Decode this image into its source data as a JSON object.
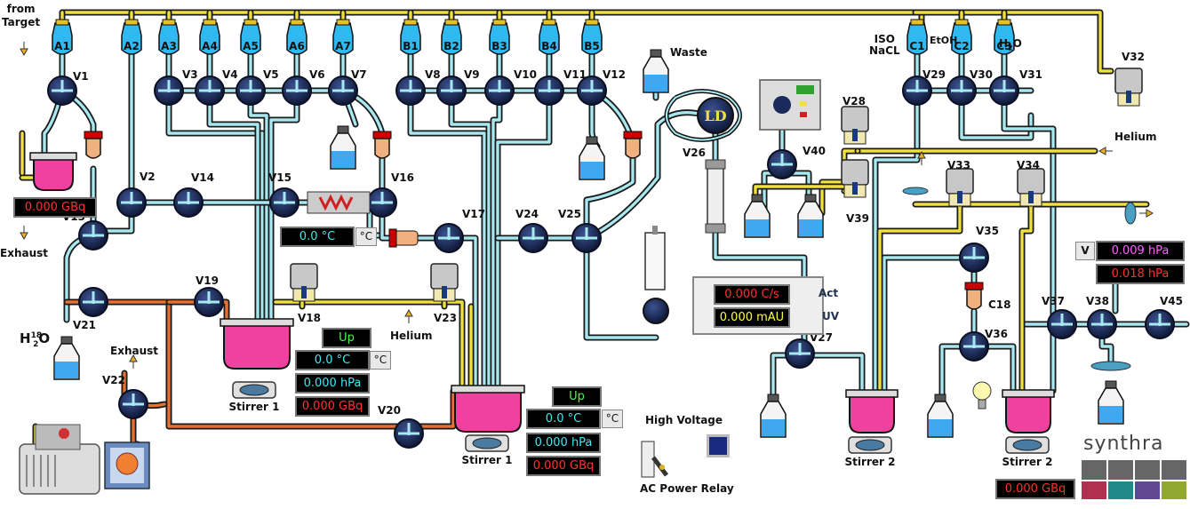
{
  "header": {
    "from_target": "from\nTarget",
    "exhaust_left": "Exhaust",
    "exhaust_mid": "Exhaust",
    "waste": "Waste",
    "helium_right": "Helium",
    "helium_mid": "Helium",
    "high_voltage": "High Voltage",
    "ac_power_relay": "AC Power Relay",
    "h2o18": "H",
    "h2o18_mass": "18",
    "h2o18_sub": "2",
    "h2o18_o": "O",
    "iso_nacl": "ISO\nNaCL",
    "etoh": "EtOH",
    "h2o_label": "H",
    "h2o_sub": "2",
    "h2o_o": "O",
    "c18": "C18",
    "ld": "LD",
    "logo": "synthra"
  },
  "vials": [
    "A1",
    "A2",
    "A3",
    "A4",
    "A5",
    "A6",
    "A7",
    "B1",
    "B2",
    "B3",
    "B4",
    "B5",
    "C1",
    "C2",
    "C3"
  ],
  "valves": [
    "V1",
    "V2",
    "V3",
    "V4",
    "V5",
    "V6",
    "V7",
    "V8",
    "V9",
    "V10",
    "V11",
    "V12",
    "V13",
    "V14",
    "V15",
    "V16",
    "V17",
    "V18",
    "V19",
    "V20",
    "V21",
    "V22",
    "V23",
    "V24",
    "V25",
    "V26",
    "V27",
    "V28",
    "V29",
    "V30",
    "V31",
    "V32",
    "V33",
    "V34",
    "V35",
    "V36",
    "V37",
    "V38",
    "V39",
    "V40",
    "V45"
  ],
  "stirrers": {
    "s1a": "Stirrer 1",
    "s1b": "Stirrer 1",
    "s2a": "Stirrer 2",
    "s2b": "Stirrer 2"
  },
  "displays": {
    "gbq_left": "0.000 GBq",
    "temp_left": "0.0 °C",
    "temp_left_unit": "°C",
    "r1_state": "Up",
    "r1_temp": "0.0 °C",
    "r1_temp_unit": "°C",
    "r1_press": "0.000 hPa",
    "r1_gbq": "0.000 GBq",
    "r2_state": "Up",
    "r2_temp": "0.0 °C",
    "r2_temp_unit": "°C",
    "r2_press": "0.000 hPa",
    "r2_gbq": "0.000 GBq",
    "det_cs": "0.000 C/s",
    "det_mau": "0.000 mAU",
    "det_act": "Act",
    "det_uv": "UV",
    "v_btn": "V",
    "p1": "0.009 hPa",
    "p2": "0.018 hPa",
    "gbq_right": "0.000 GBq"
  },
  "colors": {
    "tube_outline": "#1a1a1a",
    "tube_cyan": "#a8e8f0",
    "tube_yellow": "#f0e040",
    "tube_orange": "#e87030",
    "valve": "#1a2a5a",
    "vial_head": "#30b8f0",
    "reactor_fill": "#f040a0",
    "water": "#40a8f0",
    "logo_colors": [
      "#b03050",
      "#208888",
      "#604890",
      "#90a830"
    ]
  }
}
